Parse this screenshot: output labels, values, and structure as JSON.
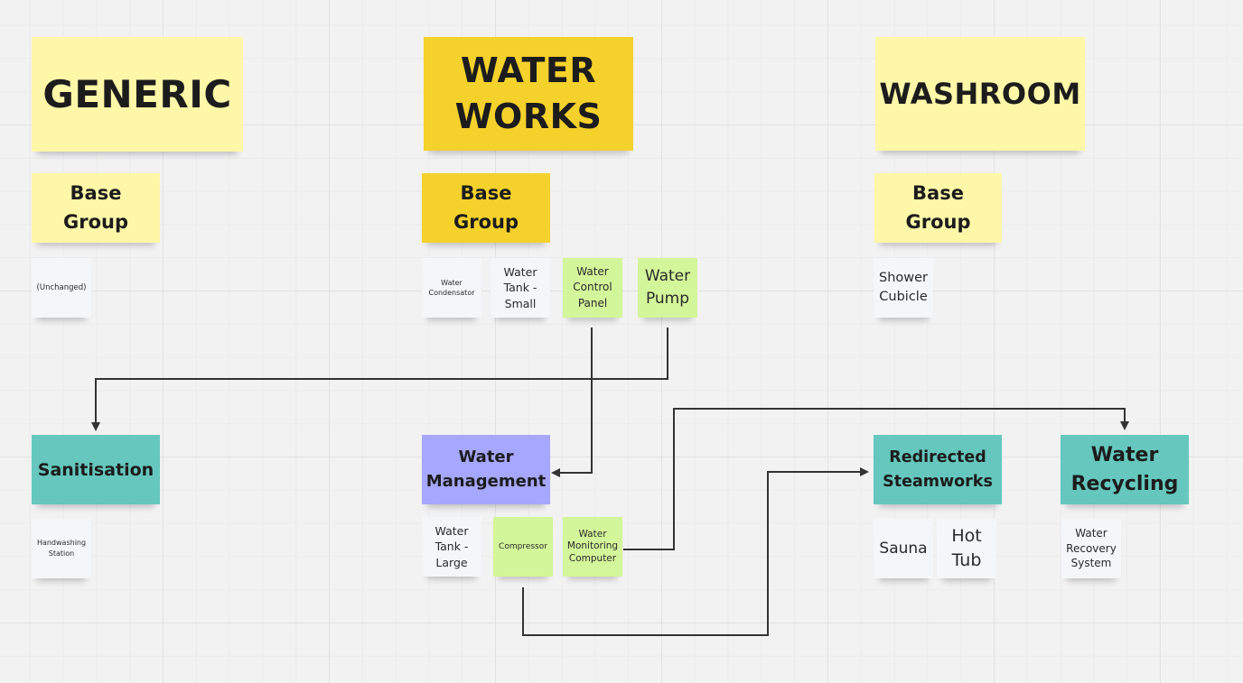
{
  "notes": {
    "generic_title": "GENERIC",
    "waterworks_title": "WATER WORKS",
    "washroom_title": "WASHROOM",
    "generic_base": "Base Group",
    "waterworks_base": "Base Group",
    "washroom_base": "Base Group",
    "unchanged": "(Unchanged)",
    "water_condensator": "Water Condensator",
    "water_tank_small": "Water Tank - Small",
    "water_control_panel": "Water Control Panel",
    "water_pump": "Water Pump",
    "shower_cubicle": "Shower Cubicle",
    "sanitisation": "Sanitisation",
    "handwashing_station": "Handwashing Station",
    "water_management": "Water Management",
    "water_tank_large": "Water Tank - Large",
    "compressor": "Compressor",
    "water_monitoring_computer": "Water Monitoring Computer",
    "redirected_steamworks": "Redirected Steamworks",
    "sauna": "Sauna",
    "hot_tub": "Hot Tub",
    "water_recycling": "Water Recycling",
    "water_recovery_system": "Water Recovery System"
  },
  "colors": {
    "light_yellow": "#fff7a8",
    "yellow": "#f5d12b",
    "white": "#f5f6f8",
    "light_green": "#d4f69a",
    "teal": "#65c7bd",
    "purple": "#a6a7ff",
    "connector": "#333333"
  },
  "connections": [
    {
      "from": "water_pump",
      "to": "sanitisation"
    },
    {
      "from": "water_control_panel",
      "to": "water_management"
    },
    {
      "from": "water_monitoring_computer",
      "to": "water_recycling"
    },
    {
      "from": "compressor",
      "to": "redirected_steamworks"
    }
  ]
}
